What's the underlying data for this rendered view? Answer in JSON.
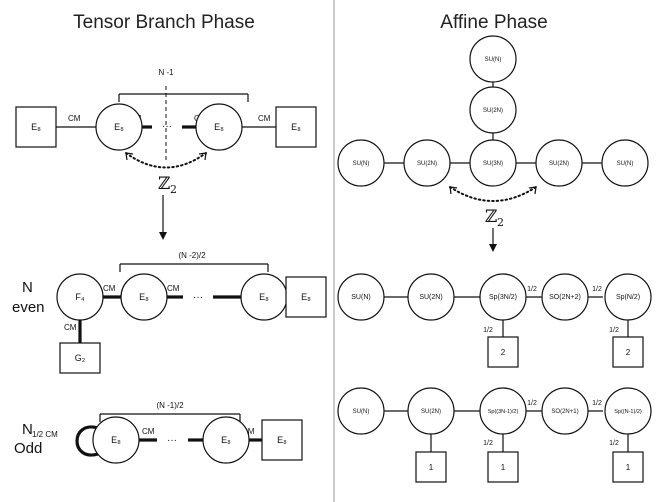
{
  "left_title": "Tensor Branch Phase",
  "right_title": "Affine Phase",
  "cm": "CM",
  "dots": "···",
  "half": "1/2",
  "z2": "ℤ",
  "z2_sub": "2",
  "top": {
    "brace": "N -1",
    "frame": "E₈",
    "node": "E₈"
  },
  "even": {
    "label_n": "N",
    "label": "even",
    "brace": "(N -2)/2",
    "f4": "F₄",
    "g2": "G₂",
    "node": "E₈",
    "frame": "E₈"
  },
  "odd": {
    "label_n": "N",
    "label": "Odd",
    "brace": "(N -1)/2",
    "loop": "1/2 CM",
    "node": "E₈",
    "frame": "E₈"
  },
  "affine": {
    "top": "SU(N)",
    "mid": "SU(2N)",
    "row": [
      "SU(N)",
      "SU(2N)",
      "SU(3N)",
      "SU(2N)",
      "SU(N)"
    ]
  },
  "even_r": {
    "row": [
      "SU(N)",
      "SU(2N)",
      "Sp(3N/2)",
      "SO(2N+2)",
      "Sp(N/2)"
    ],
    "box_a": "2",
    "box_b": "2"
  },
  "odd_r": {
    "row": [
      "SU(N)",
      "SU(2N)",
      "Sp((3N-1)/2)",
      "SO(2N+1)",
      "Sp((N-1)/2)"
    ],
    "box_a": "1",
    "box_b": "1",
    "box_c": "1"
  }
}
